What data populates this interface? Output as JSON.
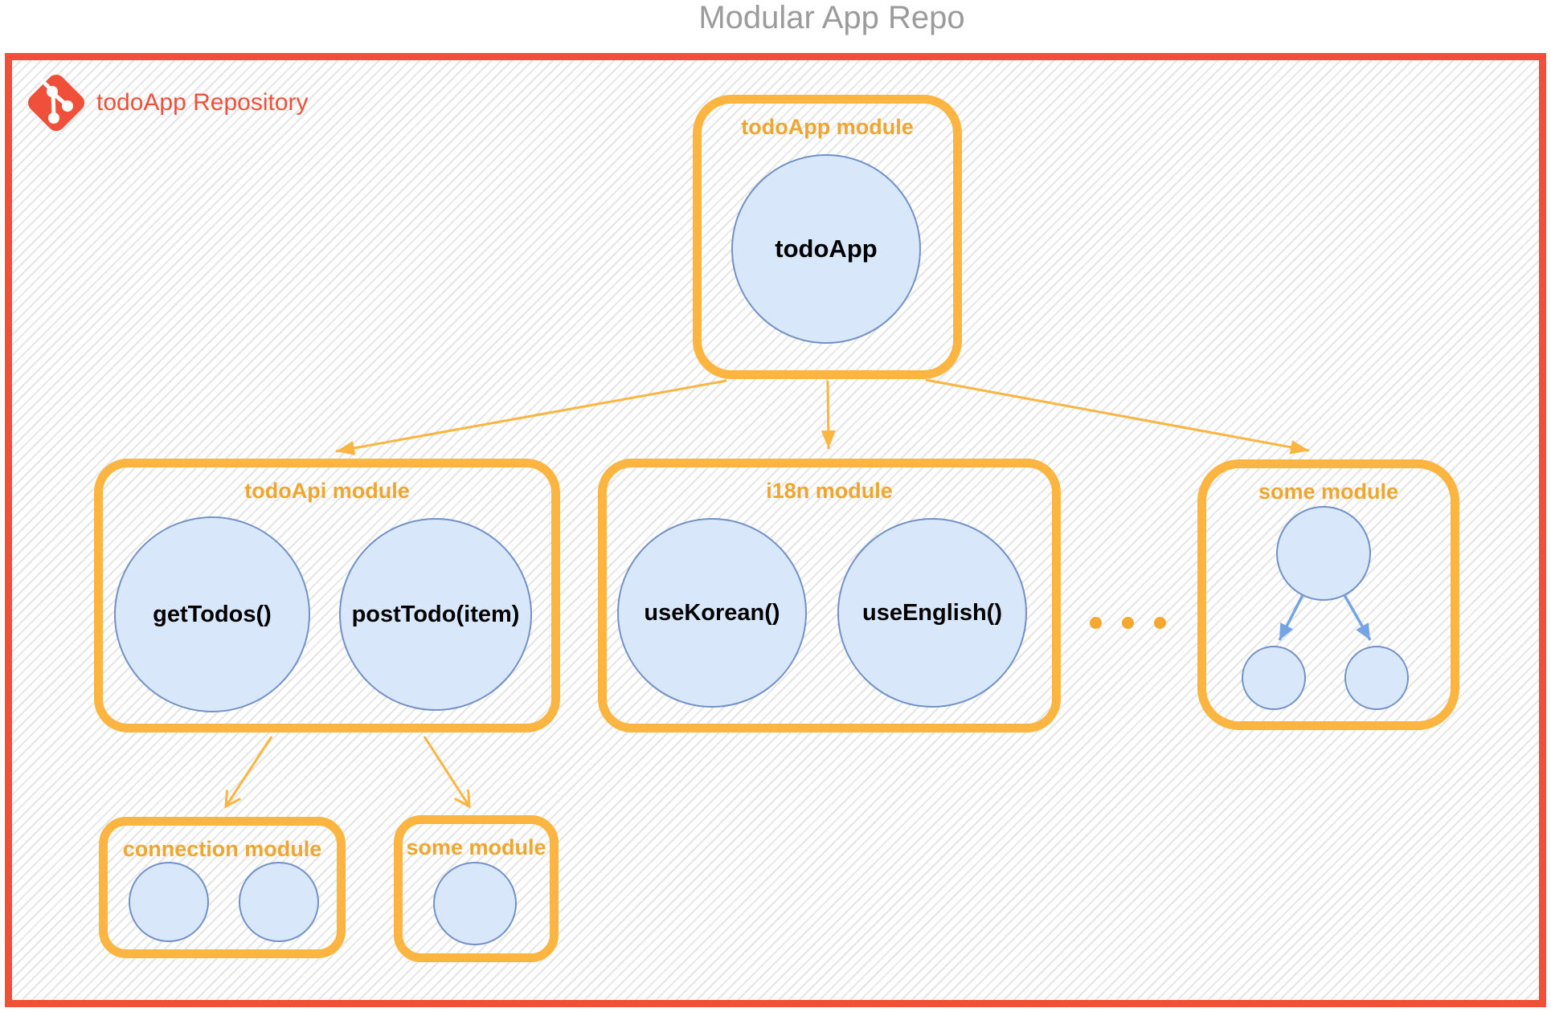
{
  "page_title": "Modular App Repo",
  "repository": {
    "name": "todoApp Repository",
    "icon": "git-icon"
  },
  "modules": {
    "todoApp": {
      "title": "todoApp module",
      "node": "todoApp"
    },
    "todoApi": {
      "title": "todoApi module",
      "nodes": [
        "getTodos()",
        "postTodo(item)"
      ]
    },
    "i18n": {
      "title": "i18n module",
      "nodes": [
        "useKorean()",
        "useEnglish()"
      ]
    },
    "someRight": {
      "title": "some module"
    },
    "connection": {
      "title": "connection module"
    },
    "someBottom": {
      "title": "some module"
    }
  },
  "ellipsis": {
    "dot_count": 3
  },
  "colors": {
    "repo_border": "#F0503A",
    "repo_text": "#F0503A",
    "module_border": "#FBB540",
    "module_title": "#F0A62E",
    "node_fill": "#D9E7FA",
    "node_stroke": "#7191C8",
    "yellow_arrow": "#FBB540",
    "blue_arrow": "#74A4E6",
    "page_title": "#9B9B9B",
    "hatch_line": "#E5E5E5"
  }
}
